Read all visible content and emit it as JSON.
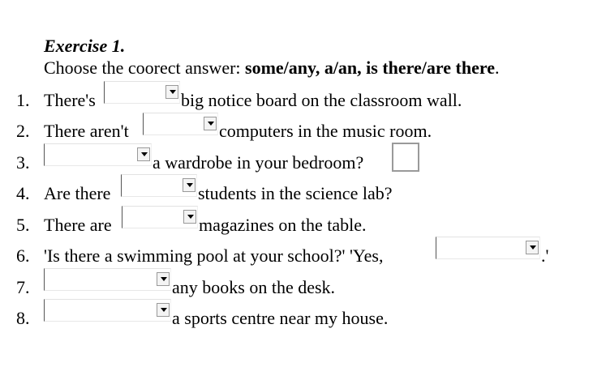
{
  "exercise": {
    "title": "Exercise 1.",
    "instruction_prefix": "Choose the coorect answer: ",
    "instruction_bold": "some/any,  a/an, is there/are there",
    "instruction_suffix": "."
  },
  "items": [
    {
      "num": "1.",
      "before": "There's",
      "after": "big notice board on the classroom wall.",
      "selected": ""
    },
    {
      "num": "2.",
      "before": "There aren't",
      "after": "computers in the music room.",
      "selected": ""
    },
    {
      "num": "3.",
      "before": "",
      "after": "a wardrobe in your bedroom?",
      "selected": ""
    },
    {
      "num": "4.",
      "before": "Are there",
      "after": "students in the science lab?",
      "selected": ""
    },
    {
      "num": "5.",
      "before": "There are",
      "after": "magazines on the table.",
      "selected": ""
    },
    {
      "num": "6.",
      "before": "'Is there a swimming pool at your school?' 'Yes,",
      "after": ".'",
      "selected": ""
    },
    {
      "num": "7.",
      "before": "",
      "after": "any books on the desk.",
      "selected": ""
    },
    {
      "num": "8.",
      "before": "",
      "after": "a sports centre near my house.",
      "selected": ""
    }
  ]
}
